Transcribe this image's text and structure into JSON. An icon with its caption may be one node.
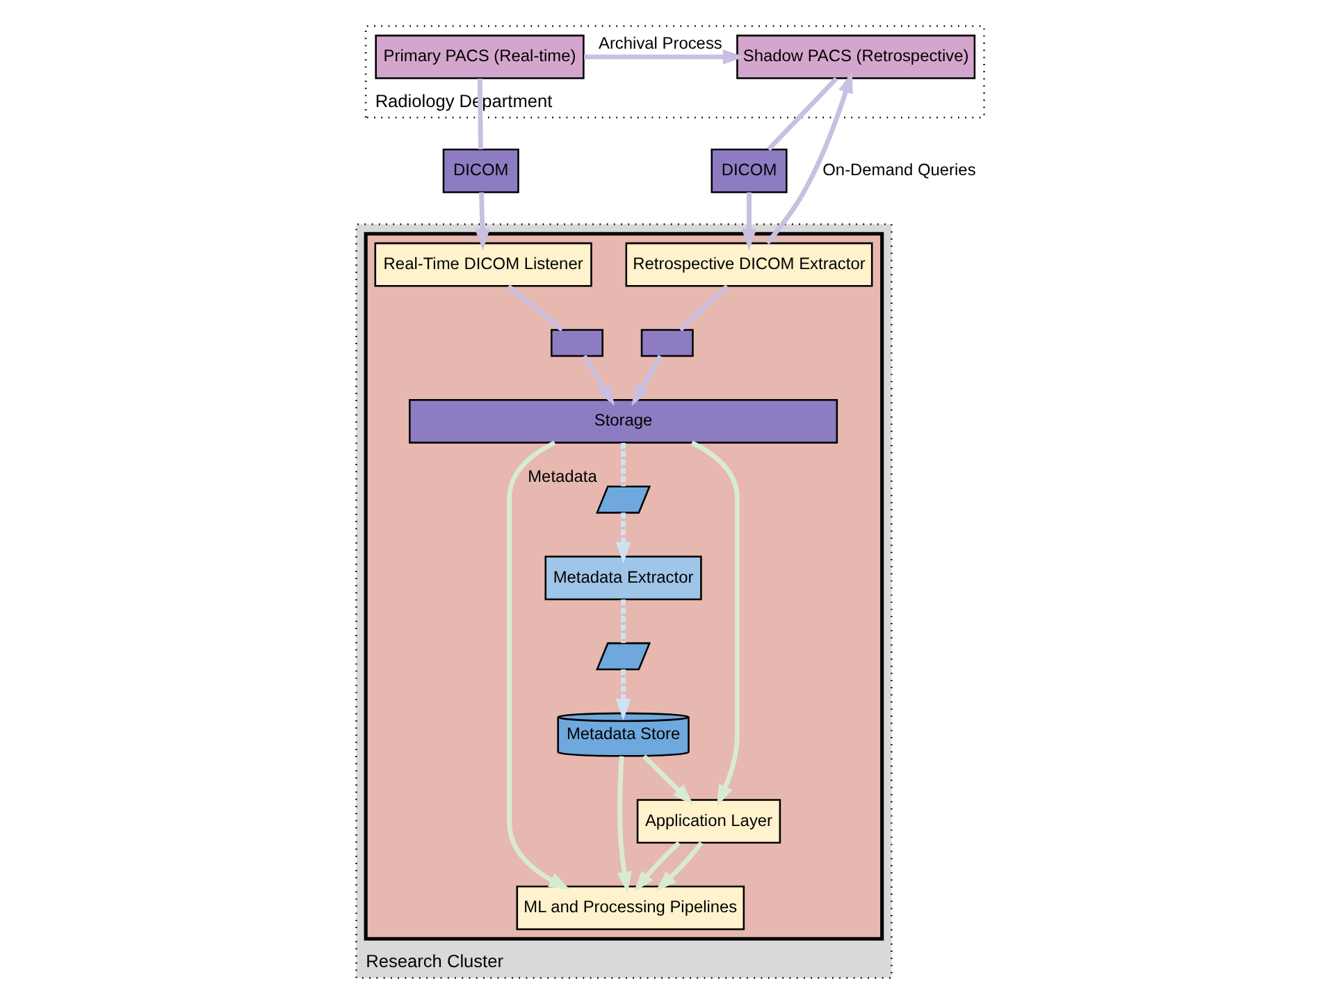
{
  "diagram": {
    "nodes": [
      {
        "text": [
          "Radiology Department"
        ]
      },
      {
        "text": [
          "Primary PACS (Real-time)"
        ],
        "in": 0
      },
      {
        "text": [
          "Shadow PACS (Retrospective)"
        ],
        "in": 0
      },
      {
        "text": [
          "Research Cluster"
        ]
      },
      {
        "text": [],
        "shape": "box",
        "in": 3
      },
      {
        "text": [
          "Real-Time DICOM Listener"
        ],
        "in": 4
      },
      {
        "text": [
          "Retrospective DICOM Extractor"
        ],
        "in": 4
      },
      {
        "text": [
          "Storage"
        ],
        "in": 4
      },
      {
        "text": [
          "ML and Processing Pipelines"
        ],
        "in": 4
      },
      {
        "text": [
          "Application Layer"
        ],
        "in": 4
      },
      {
        "text": [
          "Metadata Store"
        ],
        "in": 4
      },
      {
        "text": [
          "Metadata Extractor"
        ],
        "in": 4
      },
      {
        "text": [
          "DICOM"
        ]
      },
      {
        "text": [
          "DICOM"
        ]
      },
      {
        "text": [],
        "shape": "box",
        "in": 4
      },
      {
        "text": [],
        "shape": "box",
        "in": 4
      },
      {
        "text": [],
        "shape": "parallelogram",
        "in": 4,
        "beside": [
          "Metadata"
        ]
      },
      {
        "text": [],
        "shape": "parallelogram",
        "in": 4
      }
    ],
    "edges": [
      {
        "from": 1,
        "to": 2,
        "arrow": "to",
        "label": "Archival Process"
      },
      {
        "from": 1,
        "to": 12,
        "arrow": "none"
      },
      {
        "from": 12,
        "to": 5,
        "arrow": "to"
      },
      {
        "from": 6,
        "to": 2,
        "arrow": "to",
        "label": "On-Demand Queries"
      },
      {
        "from": 2,
        "to": 13,
        "arrow": "none"
      },
      {
        "from": 13,
        "to": 6,
        "arrow": "to"
      },
      {
        "from": 5,
        "to": 14,
        "arrow": "none"
      },
      {
        "from": 14,
        "to": 7,
        "arrow": "to"
      },
      {
        "from": 6,
        "to": 15,
        "arrow": "none"
      },
      {
        "from": 15,
        "to": 7,
        "arrow": "to"
      },
      {
        "from": 7,
        "to": 16,
        "arrow": "none",
        "style": "dashed",
        "color": "#cfe2f3"
      },
      {
        "from": 16,
        "to": 11,
        "arrow": "to",
        "style": "dashed",
        "color": "#cfe2f3"
      },
      {
        "from": 11,
        "to": 17,
        "arrow": "none",
        "style": "dashed",
        "color": "#cfe2f3"
      },
      {
        "from": 17,
        "to": 10,
        "arrow": "to",
        "style": "dashed",
        "color": "#cfe2f3"
      },
      {
        "from": 7,
        "to": 8,
        "arrow": "to",
        "color": "#d9ead3"
      },
      {
        "from": 7,
        "to": 9,
        "arrow": "to",
        "color": "#d9ead3"
      },
      {
        "from": 9,
        "to": 8,
        "arrow": "to",
        "color": "#d9ead3"
      },
      {
        "from": 10,
        "to": 9,
        "arrow": "to",
        "color": "#d9ead3"
      },
      {
        "from": 9,
        "to": 8,
        "arrow": "to",
        "color": "#d9ead3"
      },
      {
        "from": 10,
        "to": 8,
        "arrow": "to",
        "color": "#d9ead3"
      }
    ]
  }
}
